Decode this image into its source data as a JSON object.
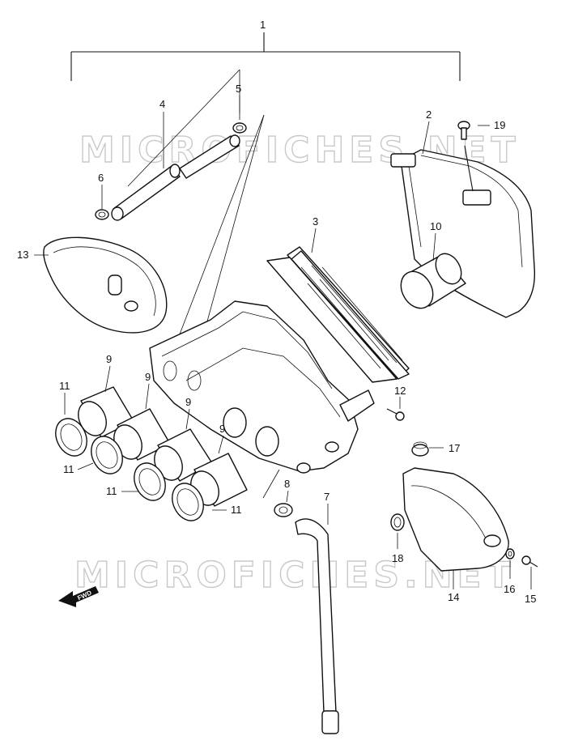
{
  "watermark": {
    "top": "MICROFICHES.NET",
    "bottom": "MICROFICHES.NET"
  },
  "direction_badge": "FWD",
  "callouts": {
    "p1": "1",
    "p2": "2",
    "p3": "3",
    "p4": "4",
    "p5": "5",
    "p6": "6",
    "p7": "7",
    "p8": "8",
    "p9a": "9",
    "p9b": "9",
    "p9c": "9",
    "p9d": "9",
    "p10": "10",
    "p11a": "11",
    "p11b": "11",
    "p11c": "11",
    "p11d": "11",
    "p12": "12",
    "p13": "13",
    "p14": "14",
    "p15": "15",
    "p16": "16",
    "p17": "17",
    "p18": "18",
    "p19": "19"
  }
}
